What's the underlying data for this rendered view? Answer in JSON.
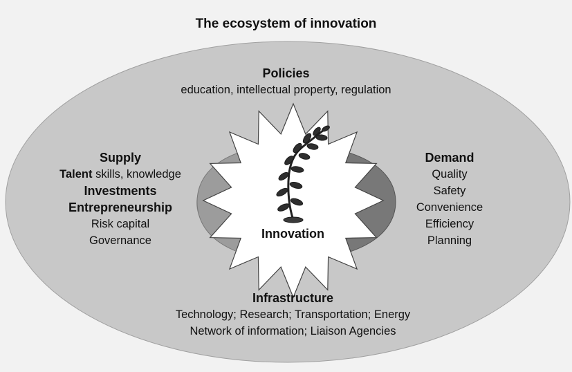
{
  "title": "The ecosystem of innovation",
  "center": {
    "label": "Innovation",
    "icon": "plant-icon"
  },
  "policies": {
    "heading": "Policies",
    "text": "education, intellectual property, regulation"
  },
  "supply": {
    "heading": "Supply",
    "talent_label": "Talent",
    "talent_text": " skills, knowledge",
    "investments": "Investments",
    "entrepreneurship": "Entrepreneurship",
    "risk_capital": "Risk capital",
    "governance": "Governance"
  },
  "demand": {
    "heading": "Demand",
    "items": [
      "Quality",
      "Safety",
      "Convenience",
      "Efficiency",
      "Planning"
    ]
  },
  "infrastructure": {
    "heading": "Infrastructure",
    "line1": "Technology; Research; Transportation; Energy",
    "line2": "Network of information; Liaison Agencies"
  },
  "colors": {
    "background": "#f2f2f2",
    "ellipse": "#c8c8c8",
    "inner_left": "#9c9c9c",
    "inner_right": "#777777",
    "star": "#ffffff",
    "plant": "#333333"
  }
}
